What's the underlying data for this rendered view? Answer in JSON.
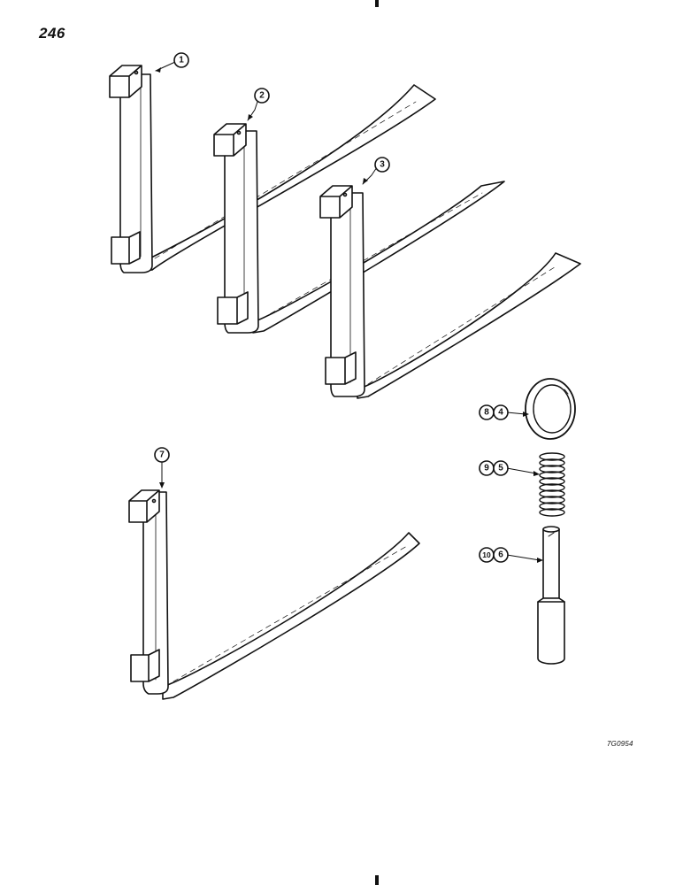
{
  "page": {
    "number": "246",
    "figure_code": "7G0954"
  },
  "callouts": {
    "c1": "1",
    "c2": "2",
    "c3": "3",
    "c7": "7",
    "c8": "8",
    "c4": "4",
    "c9": "9",
    "c5": "5",
    "c10": "10",
    "c6": "6"
  },
  "parts": [
    {
      "name": "fork",
      "callout": "1"
    },
    {
      "name": "fork",
      "callout": "2"
    },
    {
      "name": "fork",
      "callout": "3"
    },
    {
      "name": "fork",
      "callout": "7"
    },
    {
      "name": "retaining-ring",
      "callouts": [
        "8",
        "4"
      ]
    },
    {
      "name": "spring",
      "callouts": [
        "9",
        "5"
      ]
    },
    {
      "name": "pin",
      "callouts": [
        "10",
        "6"
      ]
    }
  ]
}
